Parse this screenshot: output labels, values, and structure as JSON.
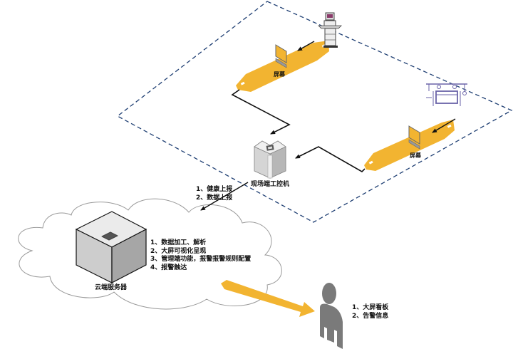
{
  "diagram": {
    "title": "",
    "colors": {
      "boundary_dash": "#1f3f73",
      "yellow_strip": "#f2b431",
      "connector": "#111111",
      "server_top": "#e8e8e8",
      "server_left": "#cfcfcf",
      "server_right": "#a9a9a9",
      "user_figure": "#7a7a7a",
      "cloud_stroke": "#9a9a9a"
    },
    "field_site": {
      "screen_1": {
        "icon": "monitor-icon",
        "label": "屏幕"
      },
      "screen_2": {
        "icon": "monitor-icon",
        "label": "屏幕"
      },
      "equipment_1": {
        "icon": "medical-cart-icon"
      },
      "equipment_2": {
        "icon": "schematic-diagram-icon"
      },
      "industrial_pc": {
        "icon": "industrial-pc-icon",
        "label": "现场端工控机"
      }
    },
    "upload_notes": [
      "1、健康上报",
      "2、数据上报"
    ],
    "cloud": {
      "server": {
        "icon": "server-cube-icon",
        "label": "云端服务器"
      },
      "functions": [
        "1、数据加工、解析",
        "2、大屏可视化呈现",
        "3、管理端功能，报警报警规则配置",
        "4、报警触达"
      ]
    },
    "user": {
      "icon": "user-icon",
      "outputs": [
        "1、大屏看板",
        "2、告警信息"
      ]
    }
  }
}
